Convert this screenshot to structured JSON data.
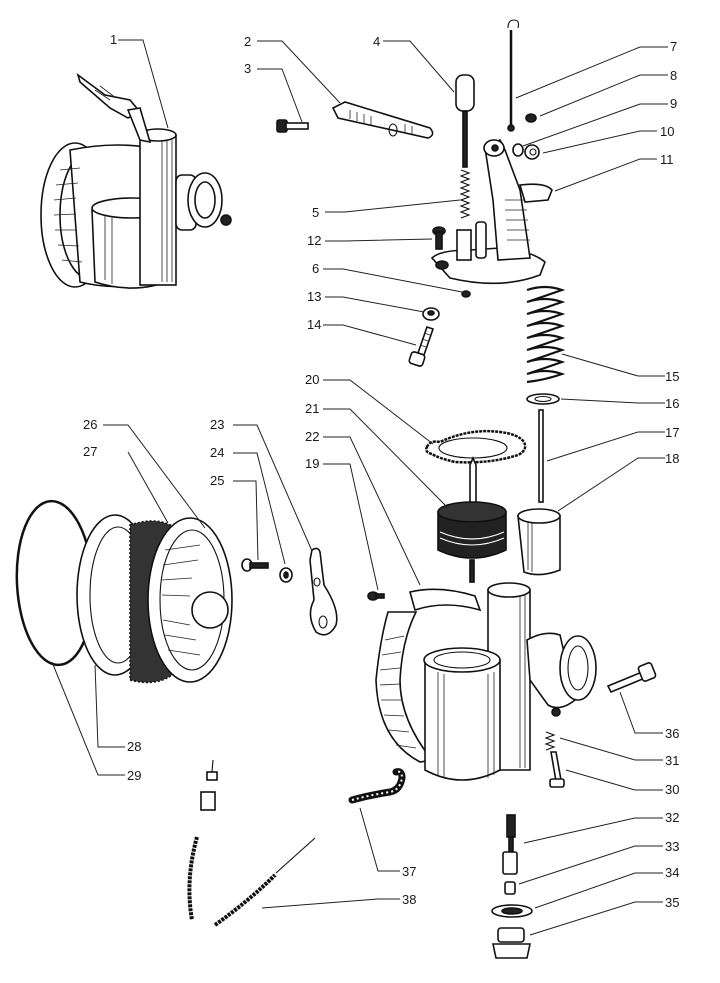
{
  "figure": {
    "type": "exploded-parts-diagram",
    "subject": "carburetor assembly",
    "ink_color": "#111111",
    "background_color": "#ffffff"
  },
  "callouts": [
    {
      "num": "1",
      "part": "carburetor-assembly"
    },
    {
      "num": "2",
      "part": "lever-plate"
    },
    {
      "num": "3",
      "part": "screw"
    },
    {
      "num": "4",
      "part": "tickler-plunger"
    },
    {
      "num": "5",
      "part": "plunger-spring"
    },
    {
      "num": "6",
      "part": "small-washer"
    },
    {
      "num": "7",
      "part": "hooked-rod"
    },
    {
      "num": "8",
      "part": "nut-small"
    },
    {
      "num": "9",
      "part": "washer"
    },
    {
      "num": "10",
      "part": "nut"
    },
    {
      "num": "11",
      "part": "top-cover-with-lever"
    },
    {
      "num": "12",
      "part": "cover-screw"
    },
    {
      "num": "13",
      "part": "cable-adjuster-nut"
    },
    {
      "num": "14",
      "part": "cable-adjuster"
    },
    {
      "num": "15",
      "part": "throttle-spring"
    },
    {
      "num": "16",
      "part": "needle-clip"
    },
    {
      "num": "17",
      "part": "jet-needle"
    },
    {
      "num": "18",
      "part": "throttle-slide"
    },
    {
      "num": "19",
      "part": "small-screw"
    },
    {
      "num": "20",
      "part": "cover-gasket"
    },
    {
      "num": "21",
      "part": "float"
    },
    {
      "num": "22",
      "part": "carburetor-body"
    },
    {
      "num": "23",
      "part": "bracket-plate"
    },
    {
      "num": "24",
      "part": "lock-washer"
    },
    {
      "num": "25",
      "part": "bracket-screw"
    },
    {
      "num": "26",
      "part": "air-filter-housing"
    },
    {
      "num": "27",
      "part": "filter-element"
    },
    {
      "num": "28",
      "part": "filter-cover"
    },
    {
      "num": "29",
      "part": "retaining-ring"
    },
    {
      "num": "30",
      "part": "idle-screw"
    },
    {
      "num": "31",
      "part": "idle-spring"
    },
    {
      "num": "32",
      "part": "main-jet-holder"
    },
    {
      "num": "33",
      "part": "main-jet"
    },
    {
      "num": "34",
      "part": "sealing-washer"
    },
    {
      "num": "35",
      "part": "float-bowl-plug"
    },
    {
      "num": "36",
      "part": "clamp-bolt"
    },
    {
      "num": "37",
      "part": "fuel-hose"
    },
    {
      "num": "38",
      "part": "throttle-cable"
    }
  ]
}
